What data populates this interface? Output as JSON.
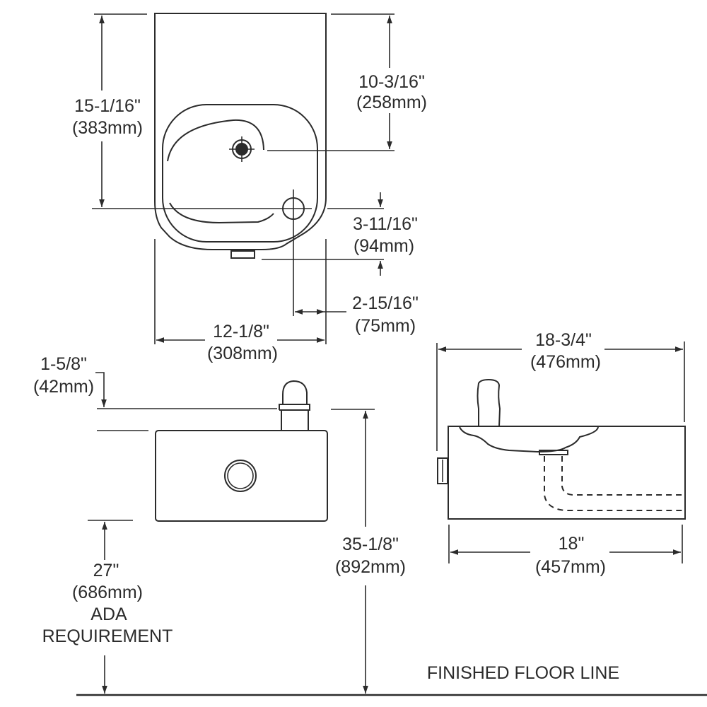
{
  "diagram": {
    "title": "Wall-mount drinking fountain dimension drawing",
    "line_color": "#2b2b2b",
    "views": {
      "top_view": {
        "dimensions": {
          "overall_depth": {
            "imperial": "15-1/16\"",
            "metric": "(383mm)"
          },
          "back_to_bubbler": {
            "imperial": "10-3/16\"",
            "metric": "(258mm)"
          },
          "drain_to_front": {
            "imperial": "3-11/16\"",
            "metric": "(94mm)"
          },
          "drain_offset": {
            "imperial": "2-15/16\"",
            "metric": "(75mm)"
          },
          "overall_width": {
            "imperial": "12-1/8\"",
            "metric": "(308mm)"
          }
        }
      },
      "front_view": {
        "dimensions": {
          "bubbler_height": {
            "imperial": "1-5/8\"",
            "metric": "(42mm)"
          },
          "rim_height": {
            "imperial": "35-1/8\"",
            "metric": "(892mm)"
          },
          "knee_clearance": {
            "imperial": "27\"",
            "metric": "(686mm)",
            "note_line1": "ADA",
            "note_line2": "REQUIREMENT"
          }
        }
      },
      "side_view": {
        "dimensions": {
          "overall_projection": {
            "imperial": "18-3/4\"",
            "metric": "(476mm)"
          },
          "basin_projection": {
            "imperial": "18\"",
            "metric": "(457mm)"
          }
        }
      }
    },
    "floor_label": "FINISHED FLOOR LINE"
  }
}
